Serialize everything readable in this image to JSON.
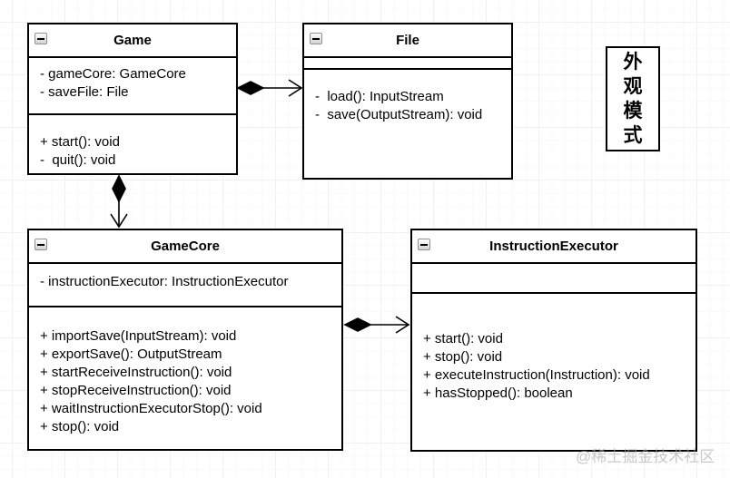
{
  "classes": [
    {
      "name": "Game",
      "attributes": [
        "- gameCore: GameCore",
        "- saveFile: File"
      ],
      "methods": [
        "+ start(): void",
        "-  quit(): void"
      ]
    },
    {
      "name": "File",
      "attributes": [],
      "methods": [
        "-  load(): InputStream",
        "-  save(OutputStream): void"
      ]
    },
    {
      "name": "GameCore",
      "attributes": [
        "- instructionExecutor: InstructionExecutor"
      ],
      "methods": [
        "+ importSave(InputStream): void",
        "+ exportSave(): OutputStream",
        "+ startReceiveInstruction(): void",
        "+ stopReceiveInstruction(): void",
        "+ waitInstructionExecutorStop(): void",
        "+ stop(): void"
      ]
    },
    {
      "name": "InstructionExecutor",
      "attributes": [],
      "methods": [
        "+ start(): void",
        "+ stop(): void",
        "+ executeInstruction(Instruction): void",
        "+ hasStopped(): boolean"
      ]
    }
  ],
  "connectors": [
    {
      "name": "game-contains-file",
      "type": "composition"
    },
    {
      "name": "game-contains-gamecore",
      "type": "composition"
    },
    {
      "name": "gamecore-contains-instructionexecutor",
      "type": "composition"
    }
  ],
  "note": {
    "label": "外观模式"
  },
  "watermark": {
    "text": "@稀土掘金技术社区"
  }
}
